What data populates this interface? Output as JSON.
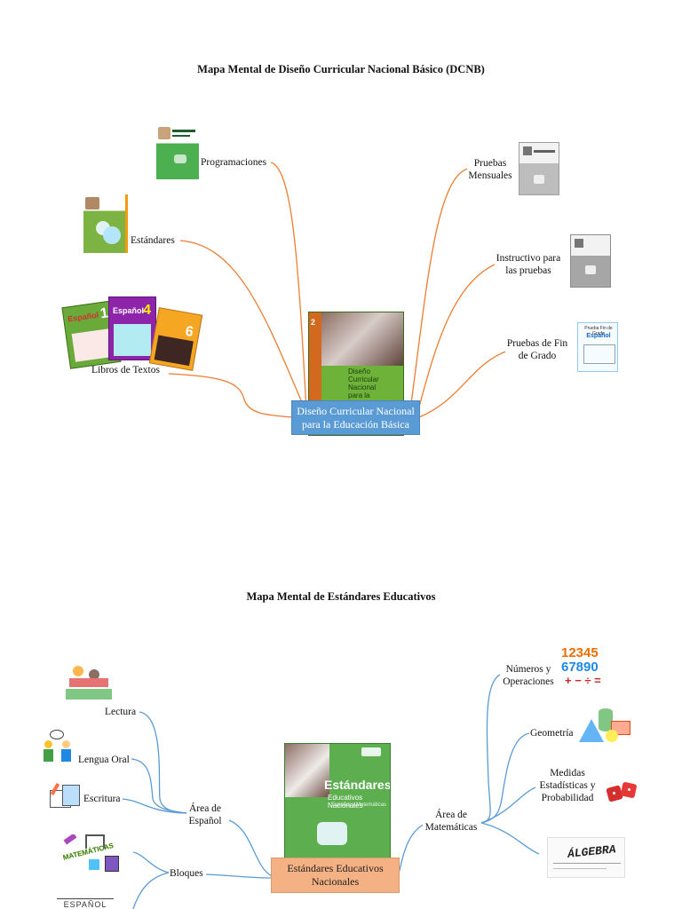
{
  "map1": {
    "title": "Mapa Mental de Diseño Curricular Nacional Básico (DCNB)",
    "center": "Diseño Curricular Nacional para la Educación Básica",
    "book_cover_text": "Diseño Curricular Nacional para la Educación Básica",
    "book_side_text": "2",
    "line_color": "#ed7d31",
    "center_color": "#5b9bd5",
    "nodes": {
      "programaciones": "Programaciones",
      "estandares": "Estándares",
      "libros": "Libros de Textos",
      "pruebas_mensuales": "Pruebas Mensuales",
      "instructivo": "Instructivo para las pruebas",
      "pruebas_fin": "Pruebas de Fin de Grado"
    },
    "textbooks": [
      {
        "label": "Español",
        "num": "1"
      },
      {
        "label": "Español",
        "num": "4"
      },
      {
        "label": "",
        "num": "6"
      }
    ],
    "fin_grado_cover": {
      "line1": "Prueba Fin de Grado",
      "line2": "Español"
    }
  },
  "map2": {
    "title": "Mapa Mental de Estándares Educativos",
    "center": "Estándares Educativos Nacionales",
    "book_title": "Estándares",
    "book_subtitle": "Educativos Nacionales",
    "book_subject": "Español y Matemáticas",
    "line_color": "#5b9bd5",
    "center_color": "#f4b183",
    "nodes": {
      "area_espanol": "Área de Español",
      "lectura": "Lectura",
      "lengua_oral": "Lengua Oral",
      "escritura": "Escritura",
      "bloques": "Bloques",
      "area_matematicas": "Área de Matemáticas",
      "numeros": "Números y Operaciones",
      "geometria": "Geometría",
      "medidas": "Medidas Estadísticas y Probabilidad"
    },
    "numbers_top": "12345",
    "numbers_mid": "67890",
    "numbers_ops": "+ − ÷ =",
    "algebra_text": "ÁLGEBRA",
    "math_badge": "MATEMÁTICAS",
    "espanol_badge": "ESPAÑOL"
  }
}
